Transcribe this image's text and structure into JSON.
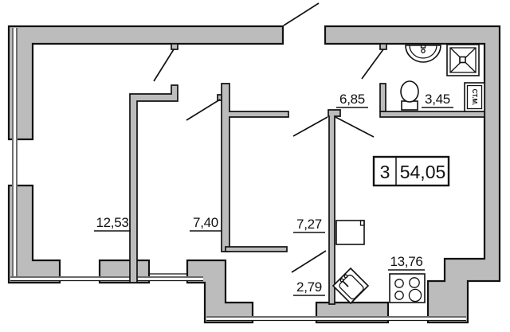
{
  "apartment_stamp": {
    "number": "3",
    "total_area": "54,05"
  },
  "room_areas": {
    "bedroom": "12,53",
    "room_2": "7,40",
    "room_3": "7,27",
    "balcony": "2,79",
    "hallway": "6,85",
    "bathroom": "3,45",
    "kitchen_living": "13,76"
  },
  "appliances": {
    "washing_machine": "СТ.М."
  },
  "colors": {
    "wall_fill": "#bcbcbc",
    "outline": "#121212",
    "background": "#ffffff"
  }
}
